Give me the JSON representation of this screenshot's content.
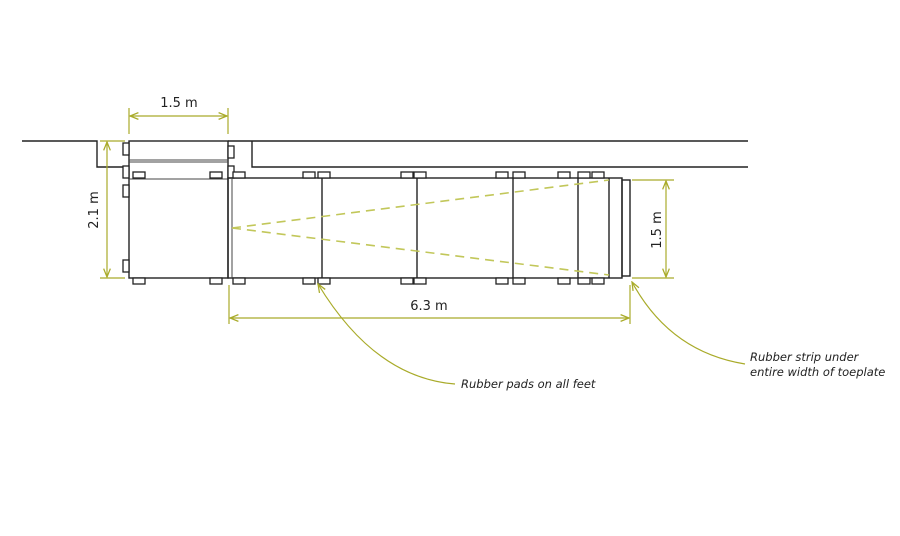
{
  "dimensions": {
    "top_width": "1.5 m",
    "left_depth": "2.1 m",
    "right_width": "1.5 m",
    "ramp_length": "6.3 m"
  },
  "annotations": {
    "pads": "Rubber pads on all feet",
    "strip_line1": "Rubber strip under",
    "strip_line2": "entire width of toeplate"
  },
  "colors": {
    "dimension": "#a9ab2a",
    "line": "#222222"
  }
}
